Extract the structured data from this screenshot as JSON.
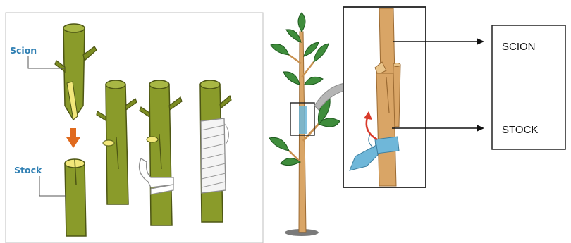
{
  "left_panel": {
    "scion_label": "Scion",
    "stock_label": "Stock"
  },
  "right_panel": {
    "scion_label": "SCION",
    "stock_label": "STOCK"
  },
  "colors": {
    "branch_green": "#8a9b2a",
    "branch_dark": "#6f7d1c",
    "cut_face": "#f2e77a",
    "arrow_orange": "#e06a1e",
    "label_blue": "#2f7fb3",
    "tree_stem": "#d9a566",
    "leaf_green": "#3f8d3c",
    "tape_blue": "#6fb7d9",
    "curve_arrow_red": "#d93a2b"
  }
}
